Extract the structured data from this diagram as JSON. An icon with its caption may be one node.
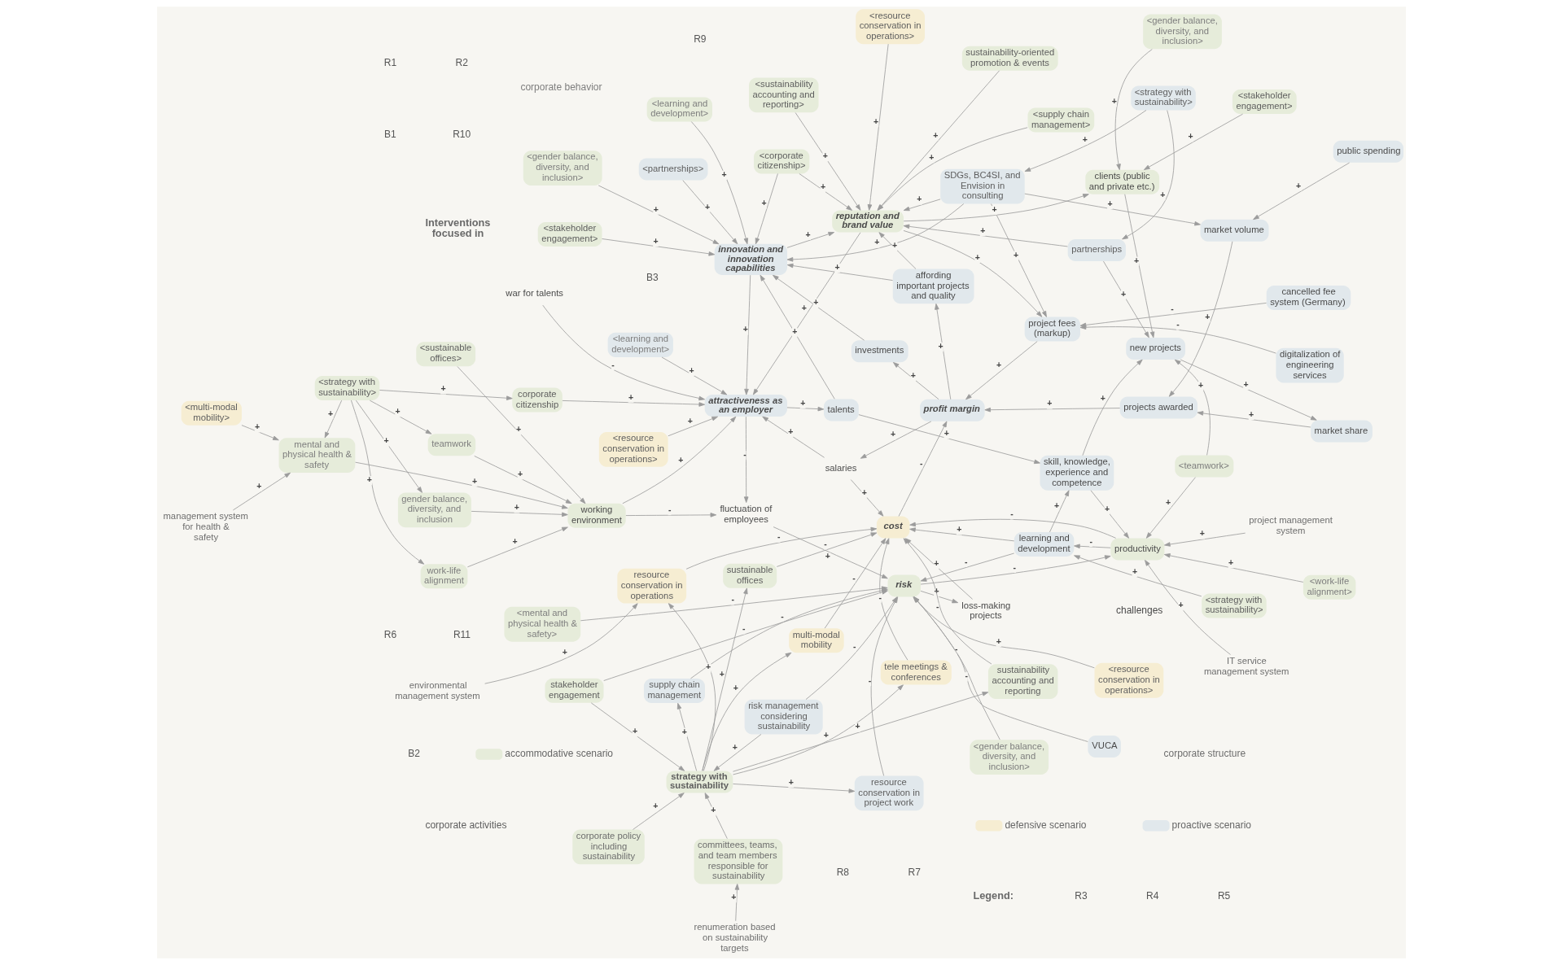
{
  "diagram": {
    "nodes": [
      {
        "text": [
          "<mental and physical health & safety>"
        ]
      },
      {
        "text": [
          "<resource conservation in operations>"
        ]
      },
      {
        "text": [
          "resource conservation in project work"
        ]
      },
      {
        "text": [
          "supply chain management"
        ]
      },
      {
        "text": [
          "renumeration based on sustainability targets"
        ]
      },
      {
        "text": [
          "corporate policy including sustainability"
        ]
      },
      {
        "text": [
          "<gender balance, diversity, and inclusion>"
        ]
      },
      {
        "text": [
          "VUCA"
        ]
      },
      {
        "text": [
          "risk management considering sustainability"
        ]
      },
      {
        "text": [
          "committees, teams, and team members responsible for sustainability"
        ]
      },
      {
        "text": [
          "<strategy with sustainability>"
        ]
      },
      {
        "text": [
          "stakeholder engagement"
        ]
      },
      {
        "text": [
          "risk"
        ]
      },
      {
        "text": [
          "learning and development"
        ]
      },
      {
        "text": [
          "environmental management system"
        ]
      },
      {
        "text": [
          "fluctuation of employees"
        ]
      },
      {
        "text": [
          "loss-making projects"
        ]
      },
      {
        "text": [
          "productivity"
        ]
      },
      {
        "text": [
          "resource conservation in operations"
        ]
      },
      {
        "text": [
          "strategy with sustainability"
        ]
      },
      {
        "text": [
          "gender balance, diversity, and inclusion"
        ]
      },
      {
        "text": [
          "<strategy with sustainability>"
        ]
      },
      {
        "text": [
          "teamwork"
        ]
      },
      {
        "text": [
          "project management system"
        ]
      },
      {
        "text": [
          "skill, knowledge, experience and competence"
        ]
      },
      {
        "text": [
          "multi-modal mobility"
        ]
      },
      {
        "text": [
          "work-life alignment"
        ]
      },
      {
        "text": [
          "<teamwork>"
        ]
      },
      {
        "text": [
          "IT service management system"
        ]
      },
      {
        "text": [
          "<work-life alignment>"
        ]
      },
      {
        "text": [
          "<gender balance, diversity, and inclusion>"
        ]
      },
      {
        "text": [
          "working environment"
        ]
      },
      {
        "text": [
          "mental and physical health & safety"
        ]
      },
      {
        "text": [
          "market share"
        ]
      },
      {
        "text": [
          "tele meetings & conferences"
        ]
      },
      {
        "text": [
          "cost"
        ]
      },
      {
        "text": [
          "<stakeholder engagement>"
        ]
      },
      {
        "text": [
          "new projects"
        ]
      },
      {
        "text": [
          "sustainable offices"
        ]
      },
      {
        "text": [
          "market volume"
        ]
      },
      {
        "text": [
          "projects awarded"
        ]
      },
      {
        "text": [
          "<multi-modal mobility>"
        ]
      },
      {
        "text": [
          "<sustainable offices>"
        ]
      },
      {
        "text": [
          "sustainability-oriented promotion & events"
        ]
      },
      {
        "text": [
          "<strategy with sustainability>"
        ]
      },
      {
        "text": [
          "public spending"
        ]
      },
      {
        "text": [
          "sustainability accounting and reporting"
        ]
      },
      {
        "text": [
          "management system for health & safety"
        ]
      },
      {
        "text": [
          "<supply chain management>"
        ]
      },
      {
        "text": [
          "clients (public and private etc.)"
        ]
      },
      {
        "text": [
          "partnerships"
        ]
      },
      {
        "text": [
          "project fees (markup)"
        ]
      },
      {
        "text": [
          "<sustainability accounting and reporting>"
        ]
      },
      {
        "text": [
          "SDGs, BC4SI, and Envision in consulting"
        ]
      },
      {
        "text": [
          "profit margin"
        ]
      },
      {
        "text": [
          "digitalization of engineering services"
        ]
      },
      {
        "text": [
          "cancelled fee system (Germany)"
        ]
      },
      {
        "text": [
          "reputation and brand value"
        ]
      },
      {
        "text": [
          "<resource conservation in operations>"
        ]
      },
      {
        "text": [
          "affording important projects and quality"
        ]
      },
      {
        "text": [
          "corporate citizenship"
        ]
      },
      {
        "text": [
          "<corporate citizenship>"
        ]
      },
      {
        "text": [
          "talents"
        ]
      },
      {
        "text": [
          "<partnerships>"
        ]
      },
      {
        "text": [
          "<resource conservation in operations>"
        ]
      },
      {
        "text": [
          "attractiveness as an employer"
        ]
      },
      {
        "text": [
          "investments"
        ]
      },
      {
        "text": [
          "innovation and innovation capabilities"
        ]
      },
      {
        "text": [
          "<learning and development>"
        ]
      },
      {
        "text": [
          "war for talents"
        ]
      },
      {
        "text": [
          "<learning and development>"
        ]
      },
      {
        "text": [
          "<gender balance, diversity, and inclusion>"
        ]
      },
      {
        "text": [
          "<stakeholder engagement>"
        ]
      },
      {
        "text": [
          "salaries"
        ]
      }
    ],
    "edges": [
      {
        "from": 21,
        "to": 20,
        "arrow": "to",
        "label": "+"
      },
      {
        "from": 21,
        "to": 22,
        "arrow": "to",
        "label": "+"
      },
      {
        "from": 21,
        "to": 26,
        "arrow": "to",
        "label": "+"
      },
      {
        "from": 21,
        "to": 32,
        "arrow": "to",
        "label": "+"
      },
      {
        "from": 21,
        "to": 60,
        "arrow": "to",
        "label": "+"
      },
      {
        "from": 20,
        "to": 31,
        "arrow": "to",
        "label": "+"
      },
      {
        "from": 22,
        "to": 31,
        "arrow": "to",
        "label": "+"
      },
      {
        "from": 26,
        "to": 31,
        "arrow": "to",
        "label": "+"
      },
      {
        "from": 32,
        "to": 31,
        "arrow": "to",
        "label": "+"
      },
      {
        "from": 42,
        "to": 31,
        "arrow": "to",
        "label": "+"
      },
      {
        "from": 41,
        "to": 32,
        "arrow": "to",
        "label": "+"
      },
      {
        "from": 47,
        "to": 32,
        "arrow": "to",
        "label": "+"
      },
      {
        "from": 31,
        "to": 15,
        "arrow": "to",
        "label": "-"
      },
      {
        "from": 31,
        "to": 65,
        "arrow": "to",
        "label": "+"
      },
      {
        "from": 65,
        "to": 15,
        "arrow": "to",
        "label": "-"
      },
      {
        "from": 15,
        "to": 12,
        "arrow": "to",
        "label": "+"
      },
      {
        "from": 13,
        "to": 24,
        "arrow": "to",
        "label": "+"
      },
      {
        "from": 62,
        "to": 24,
        "arrow": "to",
        "label": "+"
      },
      {
        "from": 24,
        "to": 17,
        "arrow": "to",
        "label": "+"
      },
      {
        "from": 24,
        "to": 37,
        "arrow": "to",
        "label": "+"
      },
      {
        "from": 23,
        "to": 17,
        "arrow": "to",
        "label": "+"
      },
      {
        "from": 27,
        "to": 17,
        "arrow": "to",
        "label": "+"
      },
      {
        "from": 28,
        "to": 17,
        "arrow": "to",
        "label": "+"
      },
      {
        "from": 29,
        "to": 17,
        "arrow": "to",
        "label": "+"
      },
      {
        "from": 12,
        "to": 17,
        "arrow": "to",
        "label": "-"
      },
      {
        "from": 17,
        "to": 13,
        "arrow": "to",
        "label": "-"
      },
      {
        "from": 13,
        "to": 12,
        "arrow": "to",
        "label": "-"
      },
      {
        "from": 10,
        "to": 13,
        "arrow": "to",
        "label": "+"
      },
      {
        "from": 13,
        "to": 35,
        "arrow": "to",
        "label": "+"
      },
      {
        "from": 17,
        "to": 35,
        "arrow": "to",
        "label": "-"
      },
      {
        "from": 0,
        "to": 12,
        "arrow": "to",
        "label": "-"
      },
      {
        "from": 6,
        "to": 12,
        "arrow": "to",
        "label": "-"
      },
      {
        "from": 1,
        "to": 12,
        "arrow": "to",
        "label": "+"
      },
      {
        "from": 2,
        "to": 12,
        "arrow": "to",
        "label": "-"
      },
      {
        "from": 7,
        "to": 12,
        "arrow": "to",
        "label": "-"
      },
      {
        "from": 3,
        "to": 12,
        "arrow": "to",
        "label": "-"
      },
      {
        "from": 8,
        "to": 12,
        "arrow": "to",
        "label": "-"
      },
      {
        "from": 11,
        "to": 12,
        "arrow": "to",
        "label": "-"
      },
      {
        "from": 12,
        "to": 16,
        "arrow": "to",
        "label": "+"
      },
      {
        "from": 16,
        "to": 35,
        "arrow": "to",
        "label": "+"
      },
      {
        "from": 18,
        "to": 35,
        "arrow": "to",
        "label": "-"
      },
      {
        "from": 25,
        "to": 35,
        "arrow": "to",
        "label": "-"
      },
      {
        "from": 34,
        "to": 35,
        "arrow": "to",
        "label": "-"
      },
      {
        "from": 38,
        "to": 35,
        "arrow": "to",
        "label": "-"
      },
      {
        "from": 46,
        "to": 35,
        "arrow": "to",
        "label": "-"
      },
      {
        "from": 73,
        "to": 35,
        "arrow": "to",
        "label": "+"
      },
      {
        "from": 35,
        "to": 54,
        "arrow": "to",
        "label": "-"
      },
      {
        "from": 19,
        "to": 2,
        "arrow": "to",
        "label": "+"
      },
      {
        "from": 19,
        "to": 3,
        "arrow": "to",
        "label": "+"
      },
      {
        "from": 8,
        "to": 19,
        "arrow": "to",
        "label": "+"
      },
      {
        "from": 11,
        "to": 19,
        "arrow": "to",
        "label": "+"
      },
      {
        "from": 9,
        "to": 19,
        "arrow": "to",
        "label": "+"
      },
      {
        "from": 5,
        "to": 19,
        "arrow": "to",
        "label": "+"
      },
      {
        "from": 4,
        "to": 9,
        "arrow": "to",
        "label": "+"
      },
      {
        "from": 14,
        "to": 18,
        "arrow": "to",
        "label": "+"
      },
      {
        "from": 19,
        "to": 18,
        "arrow": "to",
        "label": "+"
      },
      {
        "from": 19,
        "to": 25,
        "arrow": "to",
        "label": "+"
      },
      {
        "from": 19,
        "to": 34,
        "arrow": "to",
        "label": "+"
      },
      {
        "from": 19,
        "to": 38,
        "arrow": "to",
        "label": "+"
      },
      {
        "from": 19,
        "to": 46,
        "arrow": "to",
        "label": "+"
      },
      {
        "from": 27,
        "to": 37,
        "arrow": "to",
        "label": "+"
      },
      {
        "from": 49,
        "to": 37,
        "arrow": "to",
        "label": "+"
      },
      {
        "from": 50,
        "to": 37,
        "arrow": "to",
        "label": "+"
      },
      {
        "from": 37,
        "to": 33,
        "arrow": "to",
        "label": "+"
      },
      {
        "from": 33,
        "to": 40,
        "arrow": "to",
        "label": "+"
      },
      {
        "from": 39,
        "to": 40,
        "arrow": "to",
        "label": "+"
      },
      {
        "from": 45,
        "to": 39,
        "arrow": "to",
        "label": "+"
      },
      {
        "from": 44,
        "to": 50,
        "arrow": "to",
        "label": "+"
      },
      {
        "from": 44,
        "to": 53,
        "arrow": "to",
        "label": "+"
      },
      {
        "from": 53,
        "to": 39,
        "arrow": "to",
        "label": "+"
      },
      {
        "from": 53,
        "to": 51,
        "arrow": "to",
        "label": "+"
      },
      {
        "from": 57,
        "to": 51,
        "arrow": "to",
        "label": "+"
      },
      {
        "from": 56,
        "to": 51,
        "arrow": "to",
        "label": "-"
      },
      {
        "from": 55,
        "to": 51,
        "arrow": "to",
        "label": "-"
      },
      {
        "from": 51,
        "to": 54,
        "arrow": "to",
        "label": "+"
      },
      {
        "from": 40,
        "to": 54,
        "arrow": "to",
        "label": "+"
      },
      {
        "from": 54,
        "to": 59,
        "arrow": "to",
        "label": "+"
      },
      {
        "from": 54,
        "to": 66,
        "arrow": "to",
        "label": "+"
      },
      {
        "from": 54,
        "to": 73,
        "arrow": "to",
        "label": "+"
      },
      {
        "from": 30,
        "to": 49,
        "arrow": "to",
        "label": "+"
      },
      {
        "from": 36,
        "to": 49,
        "arrow": "to",
        "label": "+"
      },
      {
        "from": 57,
        "to": 49,
        "arrow": "to",
        "label": "+"
      },
      {
        "from": 48,
        "to": 57,
        "arrow": "to",
        "label": "+"
      },
      {
        "from": 52,
        "to": 57,
        "arrow": "to",
        "label": "+"
      },
      {
        "from": 43,
        "to": 57,
        "arrow": "to",
        "label": "+"
      },
      {
        "from": 58,
        "to": 57,
        "arrow": "to",
        "label": "+"
      },
      {
        "from": 61,
        "to": 57,
        "arrow": "to",
        "label": "+"
      },
      {
        "from": 50,
        "to": 57,
        "arrow": "to",
        "label": "+"
      },
      {
        "from": 53,
        "to": 57,
        "arrow": "to",
        "label": "+"
      },
      {
        "from": 59,
        "to": 57,
        "arrow": "to",
        "label": "+"
      },
      {
        "from": 67,
        "to": 57,
        "arrow": "to",
        "label": "+"
      },
      {
        "from": 57,
        "to": 65,
        "arrow": "to",
        "label": "+"
      },
      {
        "from": 53,
        "to": 67,
        "arrow": "to",
        "label": "+"
      },
      {
        "from": 59,
        "to": 67,
        "arrow": "to",
        "label": "+"
      },
      {
        "from": 66,
        "to": 67,
        "arrow": "to",
        "label": "+"
      },
      {
        "from": 63,
        "to": 67,
        "arrow": "to",
        "label": "+"
      },
      {
        "from": 61,
        "to": 67,
        "arrow": "to",
        "label": "+"
      },
      {
        "from": 62,
        "to": 67,
        "arrow": "to",
        "label": "+"
      },
      {
        "from": 70,
        "to": 67,
        "arrow": "to",
        "label": "+"
      },
      {
        "from": 72,
        "to": 67,
        "arrow": "to",
        "label": "+"
      },
      {
        "from": 71,
        "to": 67,
        "arrow": "to",
        "label": "+"
      },
      {
        "from": 60,
        "to": 65,
        "arrow": "to",
        "label": "+"
      },
      {
        "from": 64,
        "to": 65,
        "arrow": "to",
        "label": "+"
      },
      {
        "from": 68,
        "to": 65,
        "arrow": "to",
        "label": "+"
      },
      {
        "from": 69,
        "to": 65,
        "arrow": "to",
        "label": "-"
      },
      {
        "from": 73,
        "to": 65,
        "arrow": "to",
        "label": "+"
      },
      {
        "from": 67,
        "to": 65,
        "arrow": "to",
        "label": "+"
      },
      {
        "from": 65,
        "to": 62,
        "arrow": "to",
        "label": "+"
      }
    ],
    "labels": [
      "Interventions focused in",
      "B3",
      "R10",
      "R11",
      "B2",
      "R8",
      "R7",
      "R2",
      "Legend:",
      "R1",
      "B1",
      "R6",
      "R3",
      "R4",
      "R5",
      "R9"
    ],
    "legend": [
      {
        "text": "defensive scenario",
        "color": "#f6edd2"
      },
      {
        "text": "accommodative scenario",
        "color": "#e6ecda"
      },
      {
        "text": "proactive scenario",
        "color": "#e1e8ec"
      },
      {
        "text": "challenges"
      },
      {
        "text": "corporate activities"
      },
      {
        "text": "corporate structure"
      },
      {
        "text": "corporate behavior"
      }
    ]
  }
}
